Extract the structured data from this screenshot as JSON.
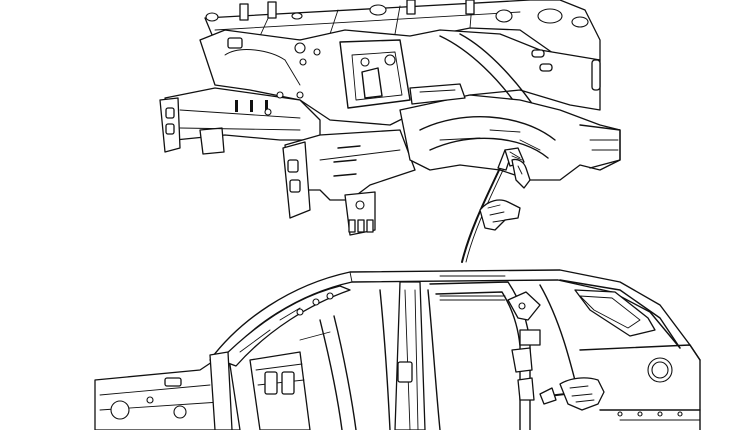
{
  "figure": {
    "panels": [
      {
        "id": "front-structure",
        "view": "engine-bay-and-fender-apron"
      },
      {
        "id": "side-structure",
        "view": "body-in-white-side"
      }
    ],
    "tool": "spray-wand",
    "colors": {
      "line": "#111111",
      "background": "#ffffff"
    }
  }
}
